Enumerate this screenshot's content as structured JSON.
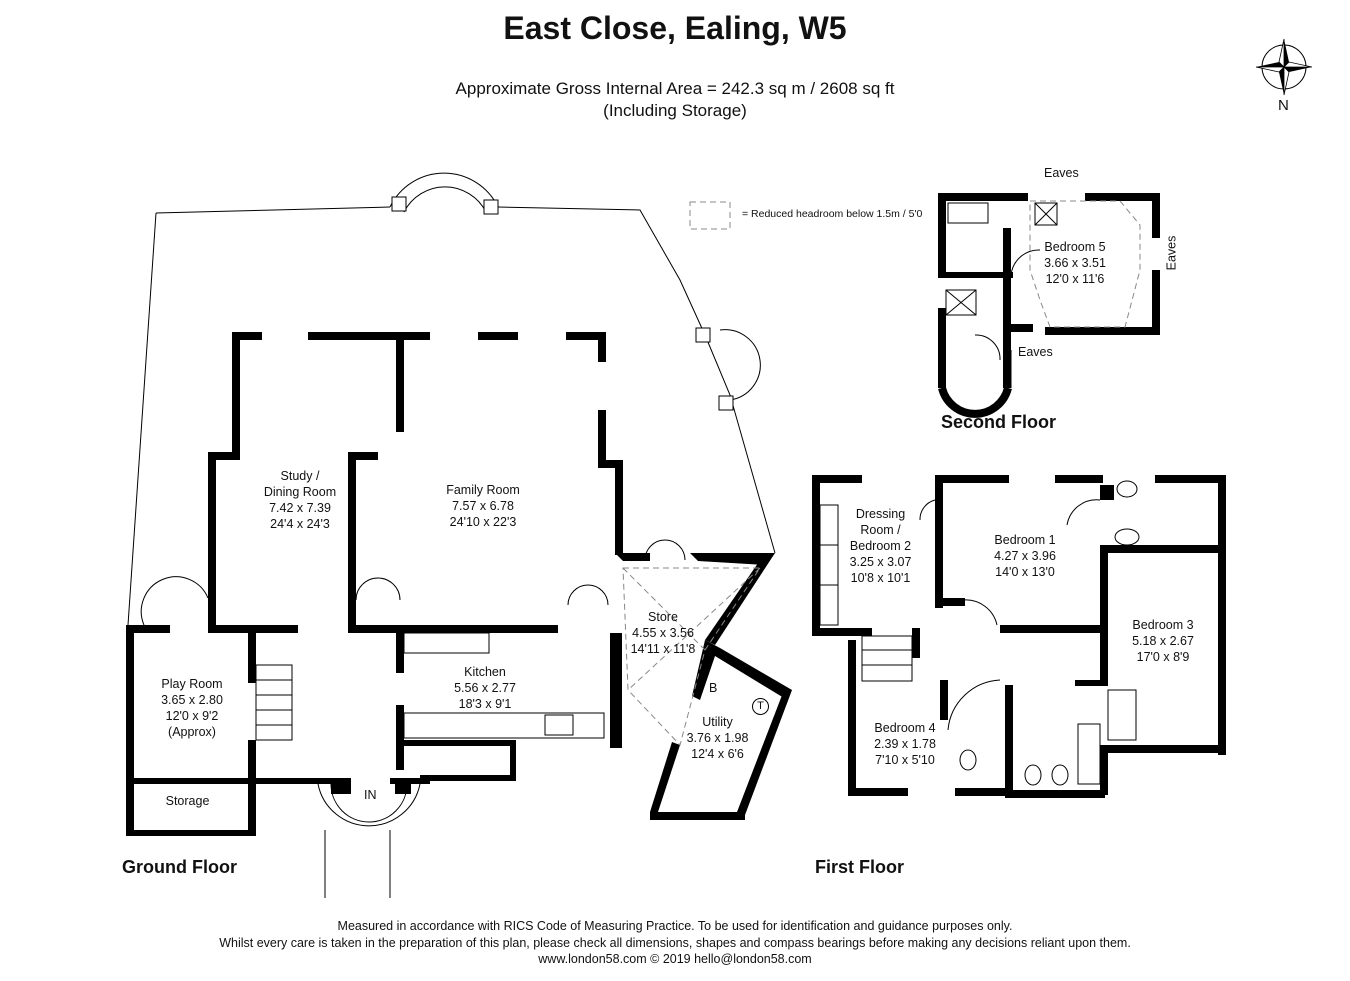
{
  "header": {
    "title": "East Close, Ealing, W5",
    "area_line": "Approximate Gross Internal Area = 242.3 sq m / 2608 sq ft",
    "area_note": "(Including Storage)"
  },
  "compass": {
    "label": "N"
  },
  "legend": {
    "text": "= Reduced headroom below 1.5m / 5'0"
  },
  "floors": {
    "ground": "Ground Floor",
    "first": "First Floor",
    "second": "Second Floor"
  },
  "rooms": {
    "study": {
      "name1": "Study /",
      "name2": "Dining Room",
      "metric": "7.42 x 7.39",
      "imperial": "24'4 x 24'3"
    },
    "family": {
      "name": "Family Room",
      "metric": "7.57 x 6.78",
      "imperial": "24'10 x 22'3"
    },
    "store": {
      "name": "Store",
      "metric": "4.55 x 3.56",
      "imperial": "14'11 x 11'8"
    },
    "kitchen": {
      "name": "Kitchen",
      "metric": "5.56 x 2.77",
      "imperial": "18'3 x 9'1"
    },
    "utility": {
      "name": "Utility",
      "metric": "3.76 x 1.98",
      "imperial": "12'4 x 6'6"
    },
    "play": {
      "name": "Play Room",
      "metric": "3.65 x 2.80",
      "imperial": "12'0 x 9'2",
      "note": "(Approx)"
    },
    "storage": {
      "name": "Storage"
    },
    "entrance": {
      "name": "IN"
    },
    "dressing": {
      "name1": "Dressing",
      "name2": "Room /",
      "name3": "Bedroom 2",
      "metric": "3.25 x 3.07",
      "imperial": "10'8 x 10'1"
    },
    "bed1": {
      "name": "Bedroom 1",
      "metric": "4.27 x 3.96",
      "imperial": "14'0 x 13'0"
    },
    "bed3": {
      "name": "Bedroom 3",
      "metric": "5.18 x 2.67",
      "imperial": "17'0 x 8'9"
    },
    "bed4": {
      "name": "Bedroom 4",
      "metric": "2.39 x 1.78",
      "imperial": "7'10 x 5'10"
    },
    "bed5": {
      "name": "Bedroom 5",
      "metric": "3.66 x 3.51",
      "imperial": "12'0 x 11'6"
    },
    "boiler": {
      "label": "B"
    },
    "tank": {
      "label": "T"
    }
  },
  "eaves": {
    "top": "Eaves",
    "right": "Eaves",
    "bottom": "Eaves"
  },
  "footer": {
    "line1": "Measured in accordance with RICS Code of Measuring Practice. To be used for identification and guidance purposes only.",
    "line2": "Whilst every care is taken in the preparation of this plan, please check all dimensions, shapes and compass bearings before making any decisions reliant upon them.",
    "line3": "www.london58.com © 2019 hello@london58.com"
  }
}
